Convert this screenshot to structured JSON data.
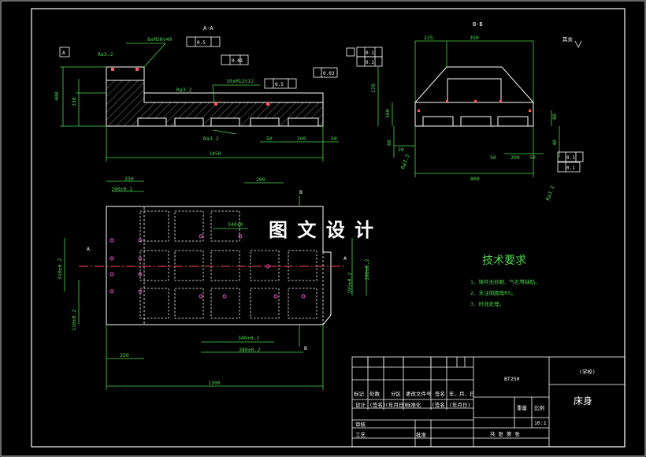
{
  "watermark": "图 文 设 计",
  "views": {
    "front_title": "A-A",
    "side_title": "B-B",
    "section_a": "A",
    "section_b": "B"
  },
  "annotations": {
    "thread1": "8xM20▽40",
    "thread2": "10xM12▽12",
    "pos_tol": "0.5",
    "parallel_tol": "0.01",
    "flat_tol": "0.03",
    "flat_tol2": "0.1",
    "parallel_tol2": "0.1",
    "roughness": "Ra3.2",
    "roughness_right": "其余",
    "datum_a": "A"
  },
  "dims_front": {
    "h400": "400",
    "h330": "330",
    "d50a": "50",
    "d200": "200",
    "d50b": "50",
    "len1450": "1450"
  },
  "dims_side": {
    "w225": "225",
    "w350": "350",
    "h170": "170",
    "h160": "160",
    "h80": "80",
    "h60": "60",
    "h40": "40",
    "d20": "20",
    "d50": "50",
    "d200": "200",
    "d50b": "50",
    "w800": "800"
  },
  "dims_plan": {
    "d330": "330",
    "d190": "190±0.2",
    "d200": "200",
    "d340top": "340±0",
    "d310": "310±0.2",
    "d110": "110±0.2",
    "d390": "390±0.2",
    "d195": "195±0.2",
    "d250": "250",
    "d340bot": "340±0.2",
    "d380": "380±0.2",
    "len1300": "1300"
  },
  "tech": {
    "title": "技术要求",
    "items": [
      "1、铸件无砂眼、气孔等缺陷。",
      "2、未注倒圆角R5。",
      "3、时效处理。"
    ]
  },
  "title_block": {
    "model": "BT250",
    "school": "(学校)",
    "part_name": "床身",
    "h_mark": "标记",
    "h_qty": "处数",
    "h_zone": "分区",
    "h_doc": "更改文件号",
    "h_sign": "签名",
    "h_date": "年、月、日",
    "design": "设计",
    "sign2": "(签名)",
    "date2": "(年月日)",
    "std": "标准化",
    "sign3": "(签名)",
    "date3": "(年月日)",
    "weight": "重量",
    "scale": "比例",
    "scale_val": "10:1",
    "review": "审核",
    "process": "工艺",
    "approve": "批准",
    "sheets": "共 张 第 张"
  }
}
